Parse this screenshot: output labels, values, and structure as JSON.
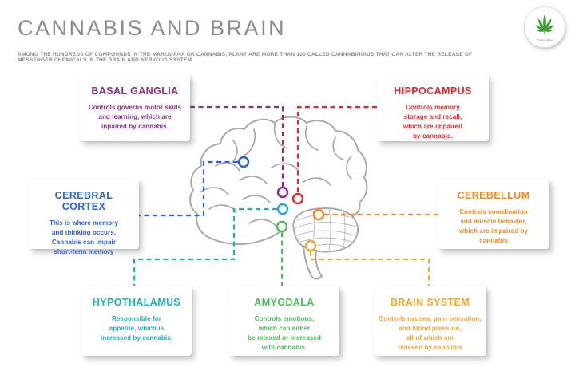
{
  "header": {
    "title": "CANNABIS AND BRAIN",
    "title_color": "#8b8b8b",
    "subtitle": "AMONG THE HUNDREDS OF COMPOUNDS IN THE MARIJUANA OR CANNABIS, PLANT ARE MORE THAN 100 CALLED CANNABINOIDS THAT CAN ALTER THE RELEASE OF MESSENGER CHEMICALS IN THE BRAIN AND NERVOUS SYSTEM",
    "logo": {
      "label": "Cannabis",
      "leaf_color": "#3f9c35"
    }
  },
  "brain": {
    "outline_color": "#a9a9a9",
    "hatch_color": "#bcbcbc"
  },
  "regions": [
    {
      "id": "basal-ganglia",
      "title": "BASAL GANGLIA",
      "color": "#8e2a8f",
      "description": "Controls governs motor skills and learning, which are inpaired by cannabis.",
      "description_lines": [
        "Controls governs motor skills",
        "and learning, which are",
        "inpaired by cannabis."
      ]
    },
    {
      "id": "hippocampus",
      "title": "HIPPOCAMPUS",
      "color": "#e8262a",
      "description": "Controls memory storage and recall, which are impaired by cannabis.",
      "description_lines": [
        "Controls memory",
        "storage and recall,",
        "which are impaired",
        "by cannabis."
      ]
    },
    {
      "id": "cerebral-cortex",
      "title": "CEREBRAL CORTEX",
      "color": "#2b62d9",
      "description": "This is where memory and thinking occurs, Cannabis can impair short-term memory",
      "description_lines": [
        "This is where memory",
        "and thinking occurs,",
        "Cannabis can impair",
        "short-term memory"
      ]
    },
    {
      "id": "cerebellum",
      "title": "CEREBELLUM",
      "color": "#f5891f",
      "description": "Controls coordination and muscle behavior, which are impaired by cannabis",
      "description_lines": [
        "Controls coordination",
        "and muscle behavior,",
        "which are impaired by",
        "cannabis"
      ]
    },
    {
      "id": "hypothalamus",
      "title": "HYPOTHALAMUS",
      "color": "#1cb0c4",
      "description": "Responsible for appetite, which is increased by cannabis.",
      "description_lines": [
        "Responsible for",
        "appetite, which is",
        "increased by cannabis."
      ]
    },
    {
      "id": "amygdala",
      "title": "AMYGDALA",
      "color": "#4abf55",
      "description": "Controls emotions, which can either be relaxed or increased with cannabis.",
      "description_lines": [
        "Controls emotions,",
        "which can either",
        "be relaxed or increased",
        "with cannabis."
      ]
    },
    {
      "id": "brain-system",
      "title": "BRAIN SYSTEM",
      "color": "#f7a72e",
      "description": "Controls nausea, pain sensation, and blood pressure, all of which are relieved by cannabis",
      "description_lines": [
        "Controls nausea, pain sensation,",
        "and blood pressure,",
        "all of which are",
        "relieved by cannabis"
      ]
    }
  ]
}
